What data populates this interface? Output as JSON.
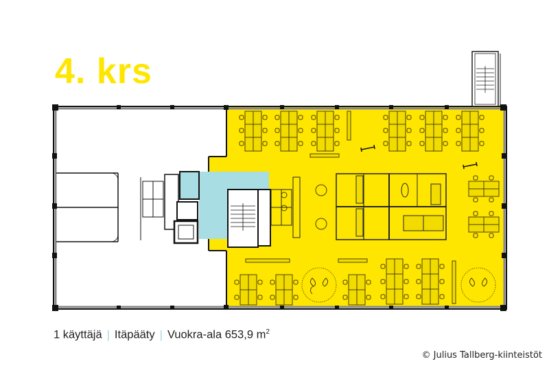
{
  "floor": {
    "title": "4. krs"
  },
  "summary": {
    "users": "1 käyttäjä",
    "location": "Itäpääty",
    "area_label": "Vuokra-ala 653,9 m",
    "area_unit_sup": "2",
    "separator": "|"
  },
  "copyright": "© Julius Tallberg-kiinteistöt",
  "colors": {
    "leased_area": "#ffe600",
    "common_area": "#a8dde3",
    "walls": "#111111",
    "title": "#ffe600",
    "separator": "#9fd8e0"
  },
  "legend_zones": [
    {
      "name": "leased-office-area",
      "color": "#ffe600"
    },
    {
      "name": "shared-lobby-area",
      "color": "#a8dde3"
    },
    {
      "name": "unleased-area",
      "color": "#ffffff"
    }
  ]
}
